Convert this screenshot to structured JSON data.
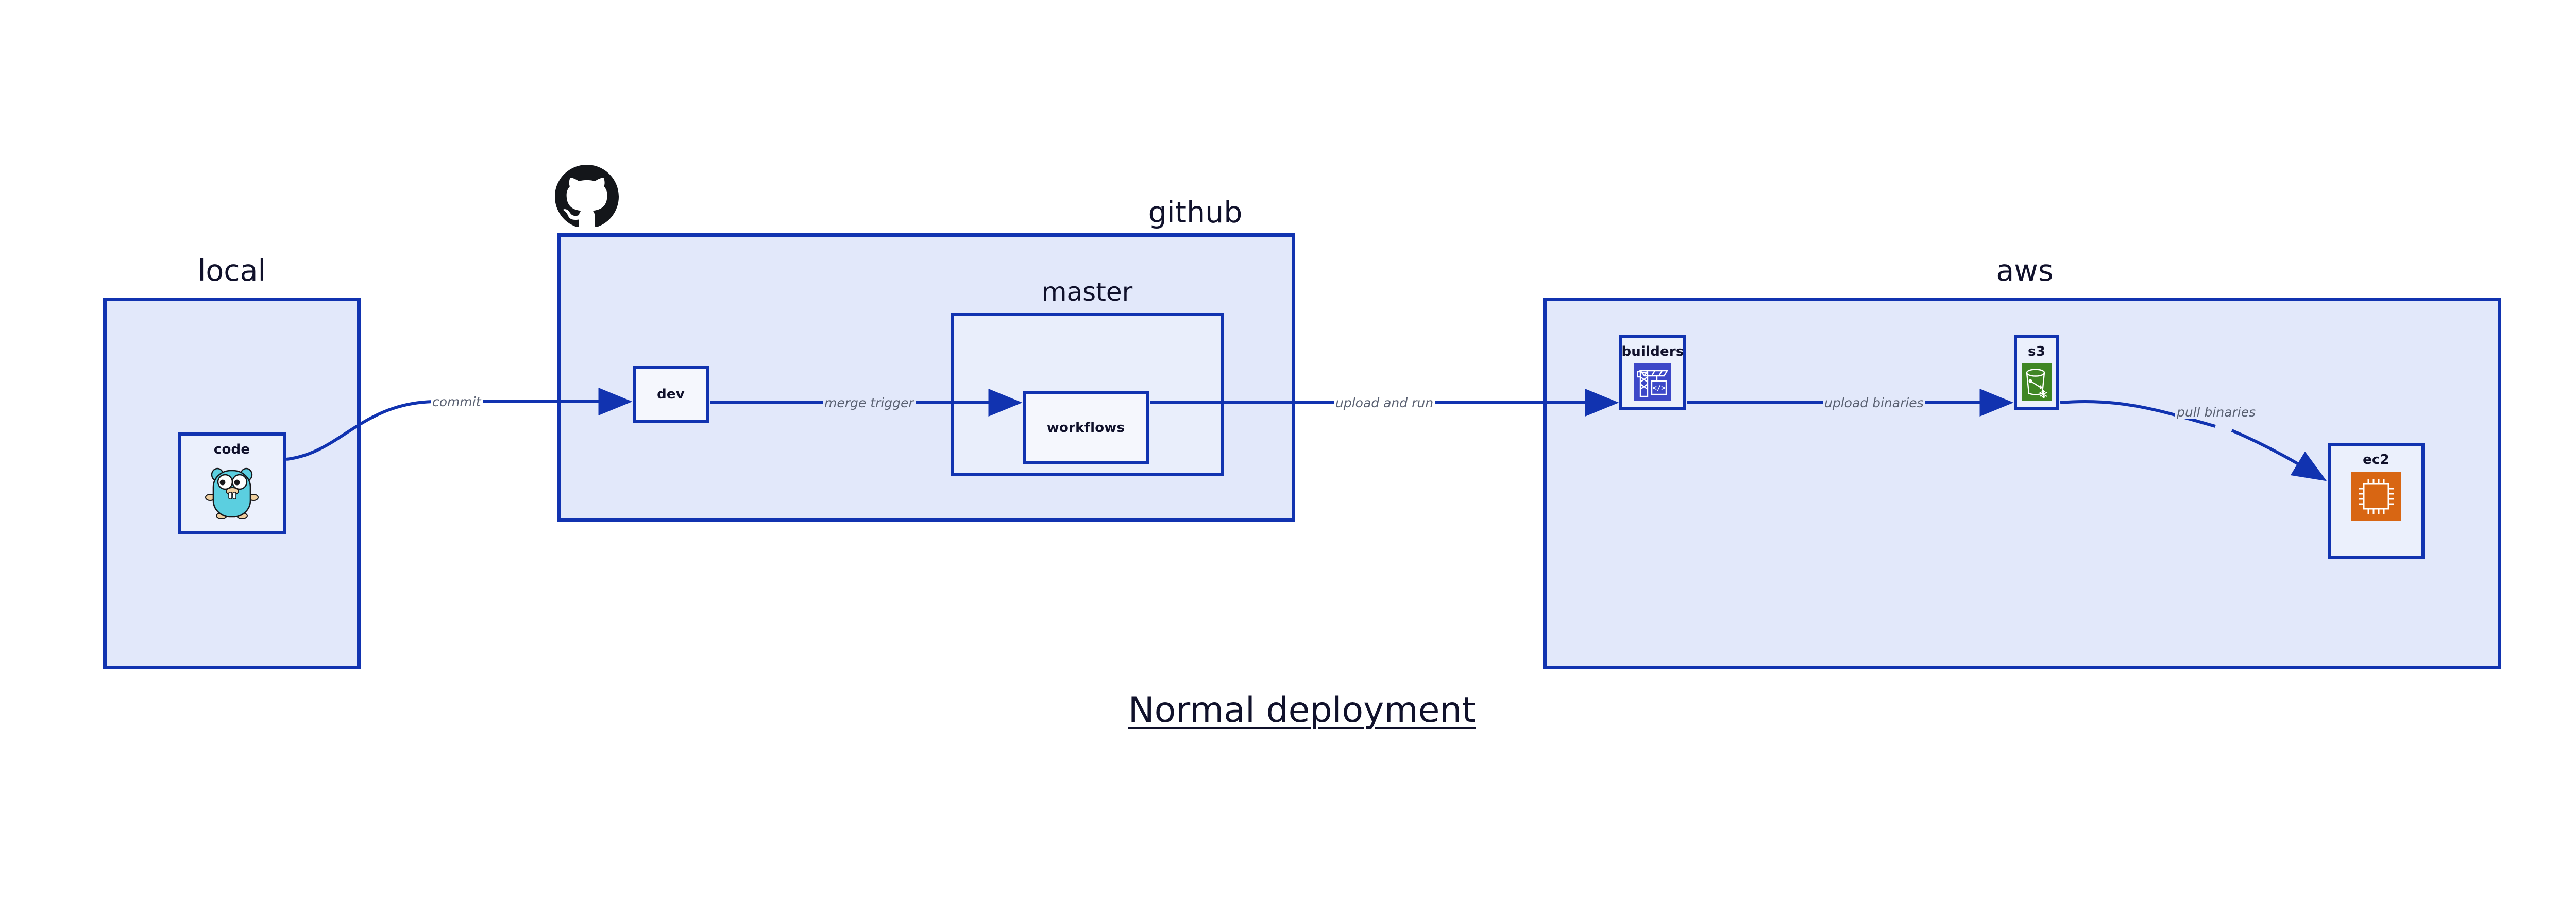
{
  "diagram": {
    "caption": "Normal deployment",
    "zones": [
      {
        "id": "local",
        "label": "local"
      },
      {
        "id": "github",
        "label": "github"
      },
      {
        "id": "aws",
        "label": "aws"
      }
    ],
    "subzones": [
      {
        "id": "master",
        "label": "master",
        "parent": "github"
      }
    ],
    "nodes": [
      {
        "id": "code",
        "label": "code",
        "icon": "go-gopher-icon",
        "parent": "local"
      },
      {
        "id": "dev",
        "label": "dev",
        "icon": "none",
        "parent": "github"
      },
      {
        "id": "workflows",
        "label": "workflows",
        "icon": "none",
        "parent": "master"
      },
      {
        "id": "builders",
        "label": "builders",
        "icon": "aws-crane-icon",
        "parent": "aws"
      },
      {
        "id": "s3",
        "label": "s3",
        "icon": "aws-s3-bucket-icon",
        "parent": "aws"
      },
      {
        "id": "ec2",
        "label": "ec2",
        "icon": "aws-ec2-chip-icon",
        "parent": "aws"
      }
    ],
    "edges": [
      {
        "id": "commit",
        "label": "commit",
        "from": "code",
        "to": "dev"
      },
      {
        "id": "merge-trigger",
        "label": "merge trigger",
        "from": "dev",
        "to": "workflows"
      },
      {
        "id": "upload-and-run",
        "label": "upload and run",
        "from": "workflows",
        "to": "builders"
      },
      {
        "id": "upload-binaries",
        "label": "upload binaries",
        "from": "builders",
        "to": "s3"
      },
      {
        "id": "pull-binaries",
        "label": "pull binaries",
        "from": "s3",
        "to": "ec2"
      }
    ],
    "brand_icons": [
      {
        "id": "github-logo",
        "name": "github-octocat-icon",
        "attached_to": "github"
      }
    ],
    "colors": {
      "zone_fill": "#E2E8FA",
      "subzone_fill": "#E9EEFB",
      "node_fill": "#EBF0FC",
      "plain_node_fill": "#F5F7FD",
      "stroke": "#1133B0",
      "arrow": "#1133B0",
      "edge_label_text": "#5A6172",
      "title_text": "#10112B",
      "aws_builders_bg": "#3D48C8",
      "aws_s3_bg": "#3F8624",
      "aws_ec2_bg": "#D86613",
      "gopher_body": "#5BCFE0",
      "github_black": "#14161A",
      "page_bg": "#FFFFFF"
    }
  }
}
